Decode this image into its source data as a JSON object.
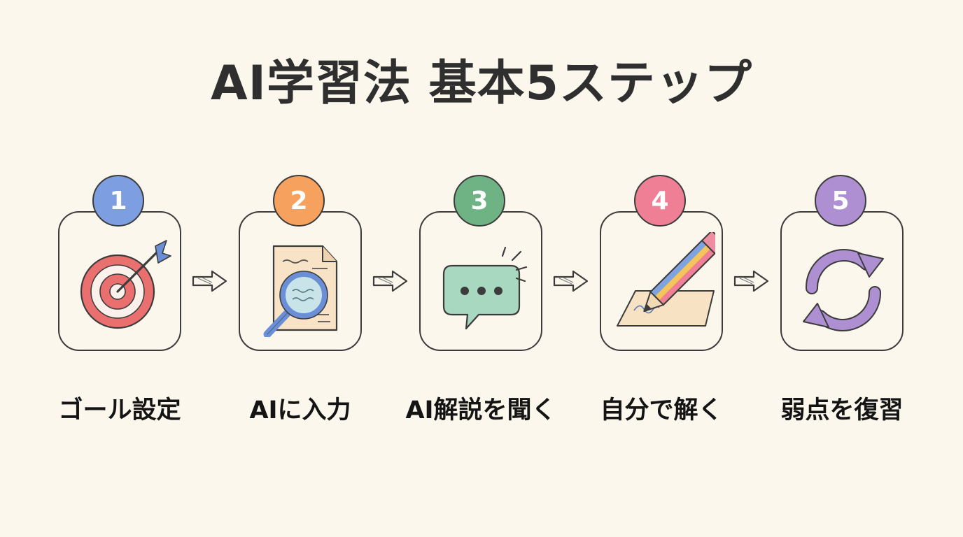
{
  "title": "AI学習法 基本5ステップ",
  "steps": [
    {
      "number": "1",
      "label": "ゴール設定",
      "color": "#7d9ee0",
      "icon": "target-icon"
    },
    {
      "number": "2",
      "label": "AIに入力",
      "color": "#f6a25e",
      "icon": "document-search-icon"
    },
    {
      "number": "3",
      "label": "AI解説を聞く",
      "color": "#6fb385",
      "icon": "chat-bubble-icon"
    },
    {
      "number": "4",
      "label": "自分で解く",
      "color": "#ee7f95",
      "icon": "pencil-writing-icon"
    },
    {
      "number": "5",
      "label": "弱点を復習",
      "color": "#ad8fd2",
      "icon": "cycle-arrows-icon"
    }
  ],
  "colors": {
    "background": "#fbf7ec",
    "outline": "#3c3c3c",
    "text": "#2f2f2f"
  }
}
